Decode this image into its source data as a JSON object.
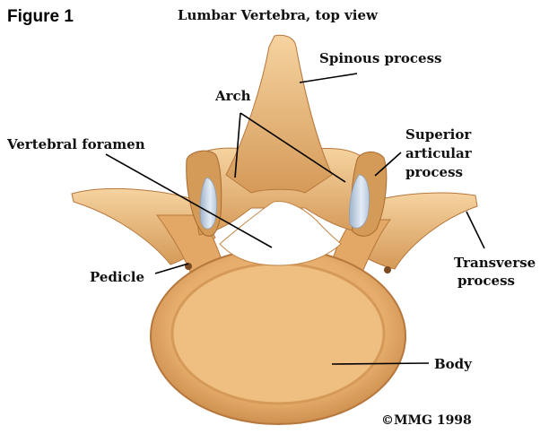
{
  "figure_label": "Figure 1",
  "title": "Lumbar Vertebra, top view",
  "labels": {
    "spinous_process": "Spinous process",
    "arch": "Arch",
    "vertebral_foramen": "Vertebral foramen",
    "superior_articular_process_line1": "Superior",
    "superior_articular_process_line2": "articular",
    "superior_articular_process_line3": "process",
    "pedicle": "Pedicle",
    "transverse_process_line1": "Transverse",
    "transverse_process_line2": "process",
    "body": "Body"
  },
  "copyright": "©MMG 1998",
  "colors": {
    "bone": "#e8b678",
    "bone_dark": "#c98c4a",
    "bone_light": "#f6d7a6",
    "cartilage": "#c9d6e6"
  }
}
